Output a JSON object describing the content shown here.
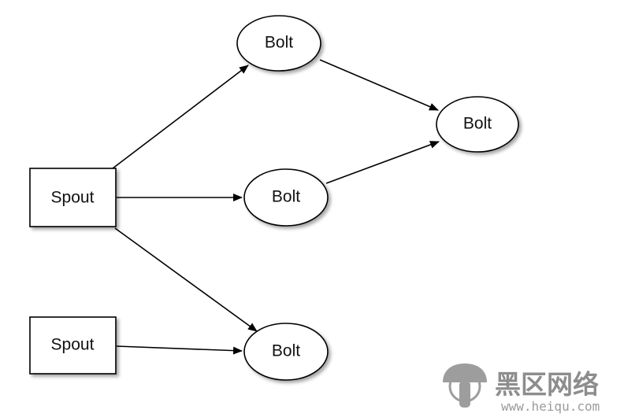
{
  "diagram": {
    "nodes": {
      "spout_1": {
        "label": "Spout",
        "shape": "rectangle"
      },
      "spout_2": {
        "label": "Spout",
        "shape": "rectangle"
      },
      "bolt_top": {
        "label": "Bolt",
        "shape": "ellipse"
      },
      "bolt_middle": {
        "label": "Bolt",
        "shape": "ellipse"
      },
      "bolt_bottom": {
        "label": "Bolt",
        "shape": "ellipse"
      },
      "bolt_right": {
        "label": "Bolt",
        "shape": "ellipse"
      }
    },
    "edges": [
      {
        "from": "spout_1",
        "to": "bolt_top"
      },
      {
        "from": "spout_1",
        "to": "bolt_middle"
      },
      {
        "from": "spout_1",
        "to": "bolt_bottom"
      },
      {
        "from": "spout_2",
        "to": "bolt_bottom"
      },
      {
        "from": "bolt_top",
        "to": "bolt_right"
      },
      {
        "from": "bolt_middle",
        "to": "bolt_right"
      }
    ]
  },
  "watermark": {
    "title": "黑区网络",
    "url": "www.heiqu.com",
    "logo_icon": "mushroom-logo-icon",
    "colors": {
      "logo_fill": "#8c8c8c",
      "text": "#7a7a7a"
    }
  }
}
